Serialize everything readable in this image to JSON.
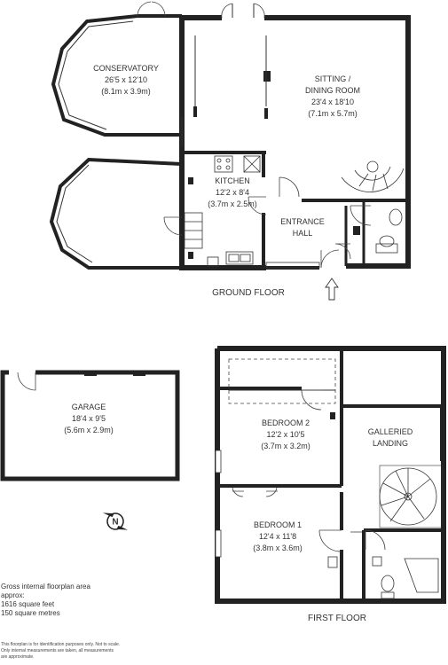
{
  "rooms": {
    "conservatory": {
      "name": "CONSERVATORY",
      "dims": "26'5 x 12'10",
      "metric": "(8.1m x 3.9m)"
    },
    "sitting": {
      "name1": "SITTING /",
      "name2": "DINING ROOM",
      "dims": "23'4 x 18'10",
      "metric": "(7.1m x 5.7m)"
    },
    "kitchen": {
      "name": "KITCHEN",
      "dims": "12'2 x 8'4",
      "metric": "(3.7m x 2.5m)"
    },
    "hall": {
      "name1": "ENTRANCE",
      "name2": "HALL"
    },
    "garage": {
      "name": "GARAGE",
      "dims": "18'4 x 9'5",
      "metric": "(5.6m x 2.9m)"
    },
    "bedroom2": {
      "name": "BEDROOM 2",
      "dims": "12'2 x 10'5",
      "metric": "(3.7m x 3.2m)"
    },
    "landing": {
      "name1": "GALLERIED",
      "name2": "LANDING"
    },
    "bedroom1": {
      "name": "BEDROOM 1",
      "dims": "12'4 x 11'8",
      "metric": "(3.8m x 3.6m)"
    }
  },
  "floors": {
    "ground": "GROUND FLOOR",
    "first": "FIRST FLOOR"
  },
  "area": {
    "line1": "Gross internal floorplan area",
    "line2": "approx:",
    "line3": "1616 square feet",
    "line4": "150 square metres"
  },
  "disclaimer": {
    "line1": "This floorplan is for identification purposes only. Not to scale.",
    "line2": "Only internal measurements are taken, all measurements",
    "line3": "are approximate."
  },
  "compass": {
    "letter": "N",
    "icon": "compass-icon"
  }
}
